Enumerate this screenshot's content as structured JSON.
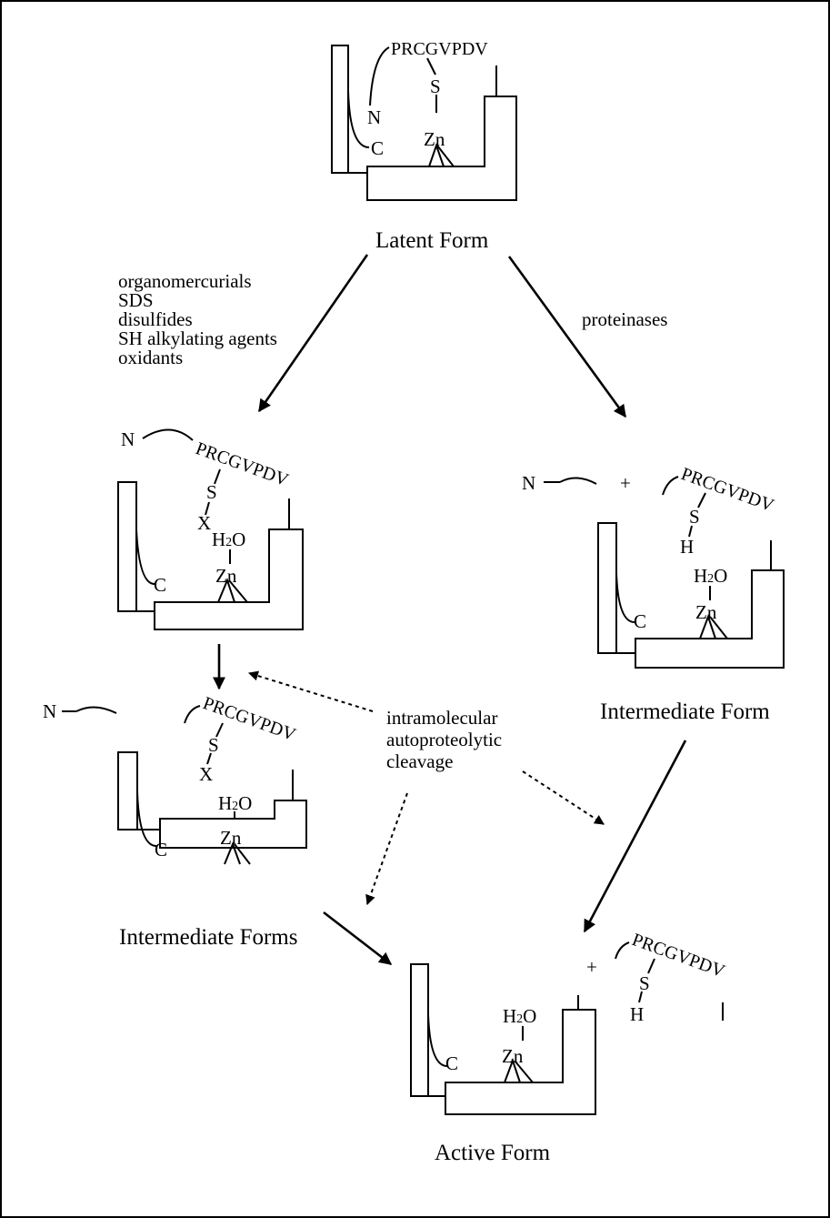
{
  "labels": {
    "latent": "Latent Form",
    "intermediate_right": "Intermediate Form",
    "intermediate_left": "Intermediate Forms",
    "active": "Active Form",
    "proteinases": "proteinases",
    "intramolecular": "intramolecular",
    "autoproteolytic": "autoproteolytic",
    "cleavage": "cleavage"
  },
  "reagents": [
    "organomercurials",
    "SDS",
    "disulfides",
    "SH alkylating agents",
    "oxidants"
  ],
  "sequence": "PRCGVPDV",
  "symbols": {
    "n": "N",
    "c": "C",
    "s": "S",
    "x": "X",
    "h": "H",
    "zn": "Zn",
    "plus": "+",
    "water_h": "H",
    "water_2": "2",
    "water_o": "O"
  }
}
